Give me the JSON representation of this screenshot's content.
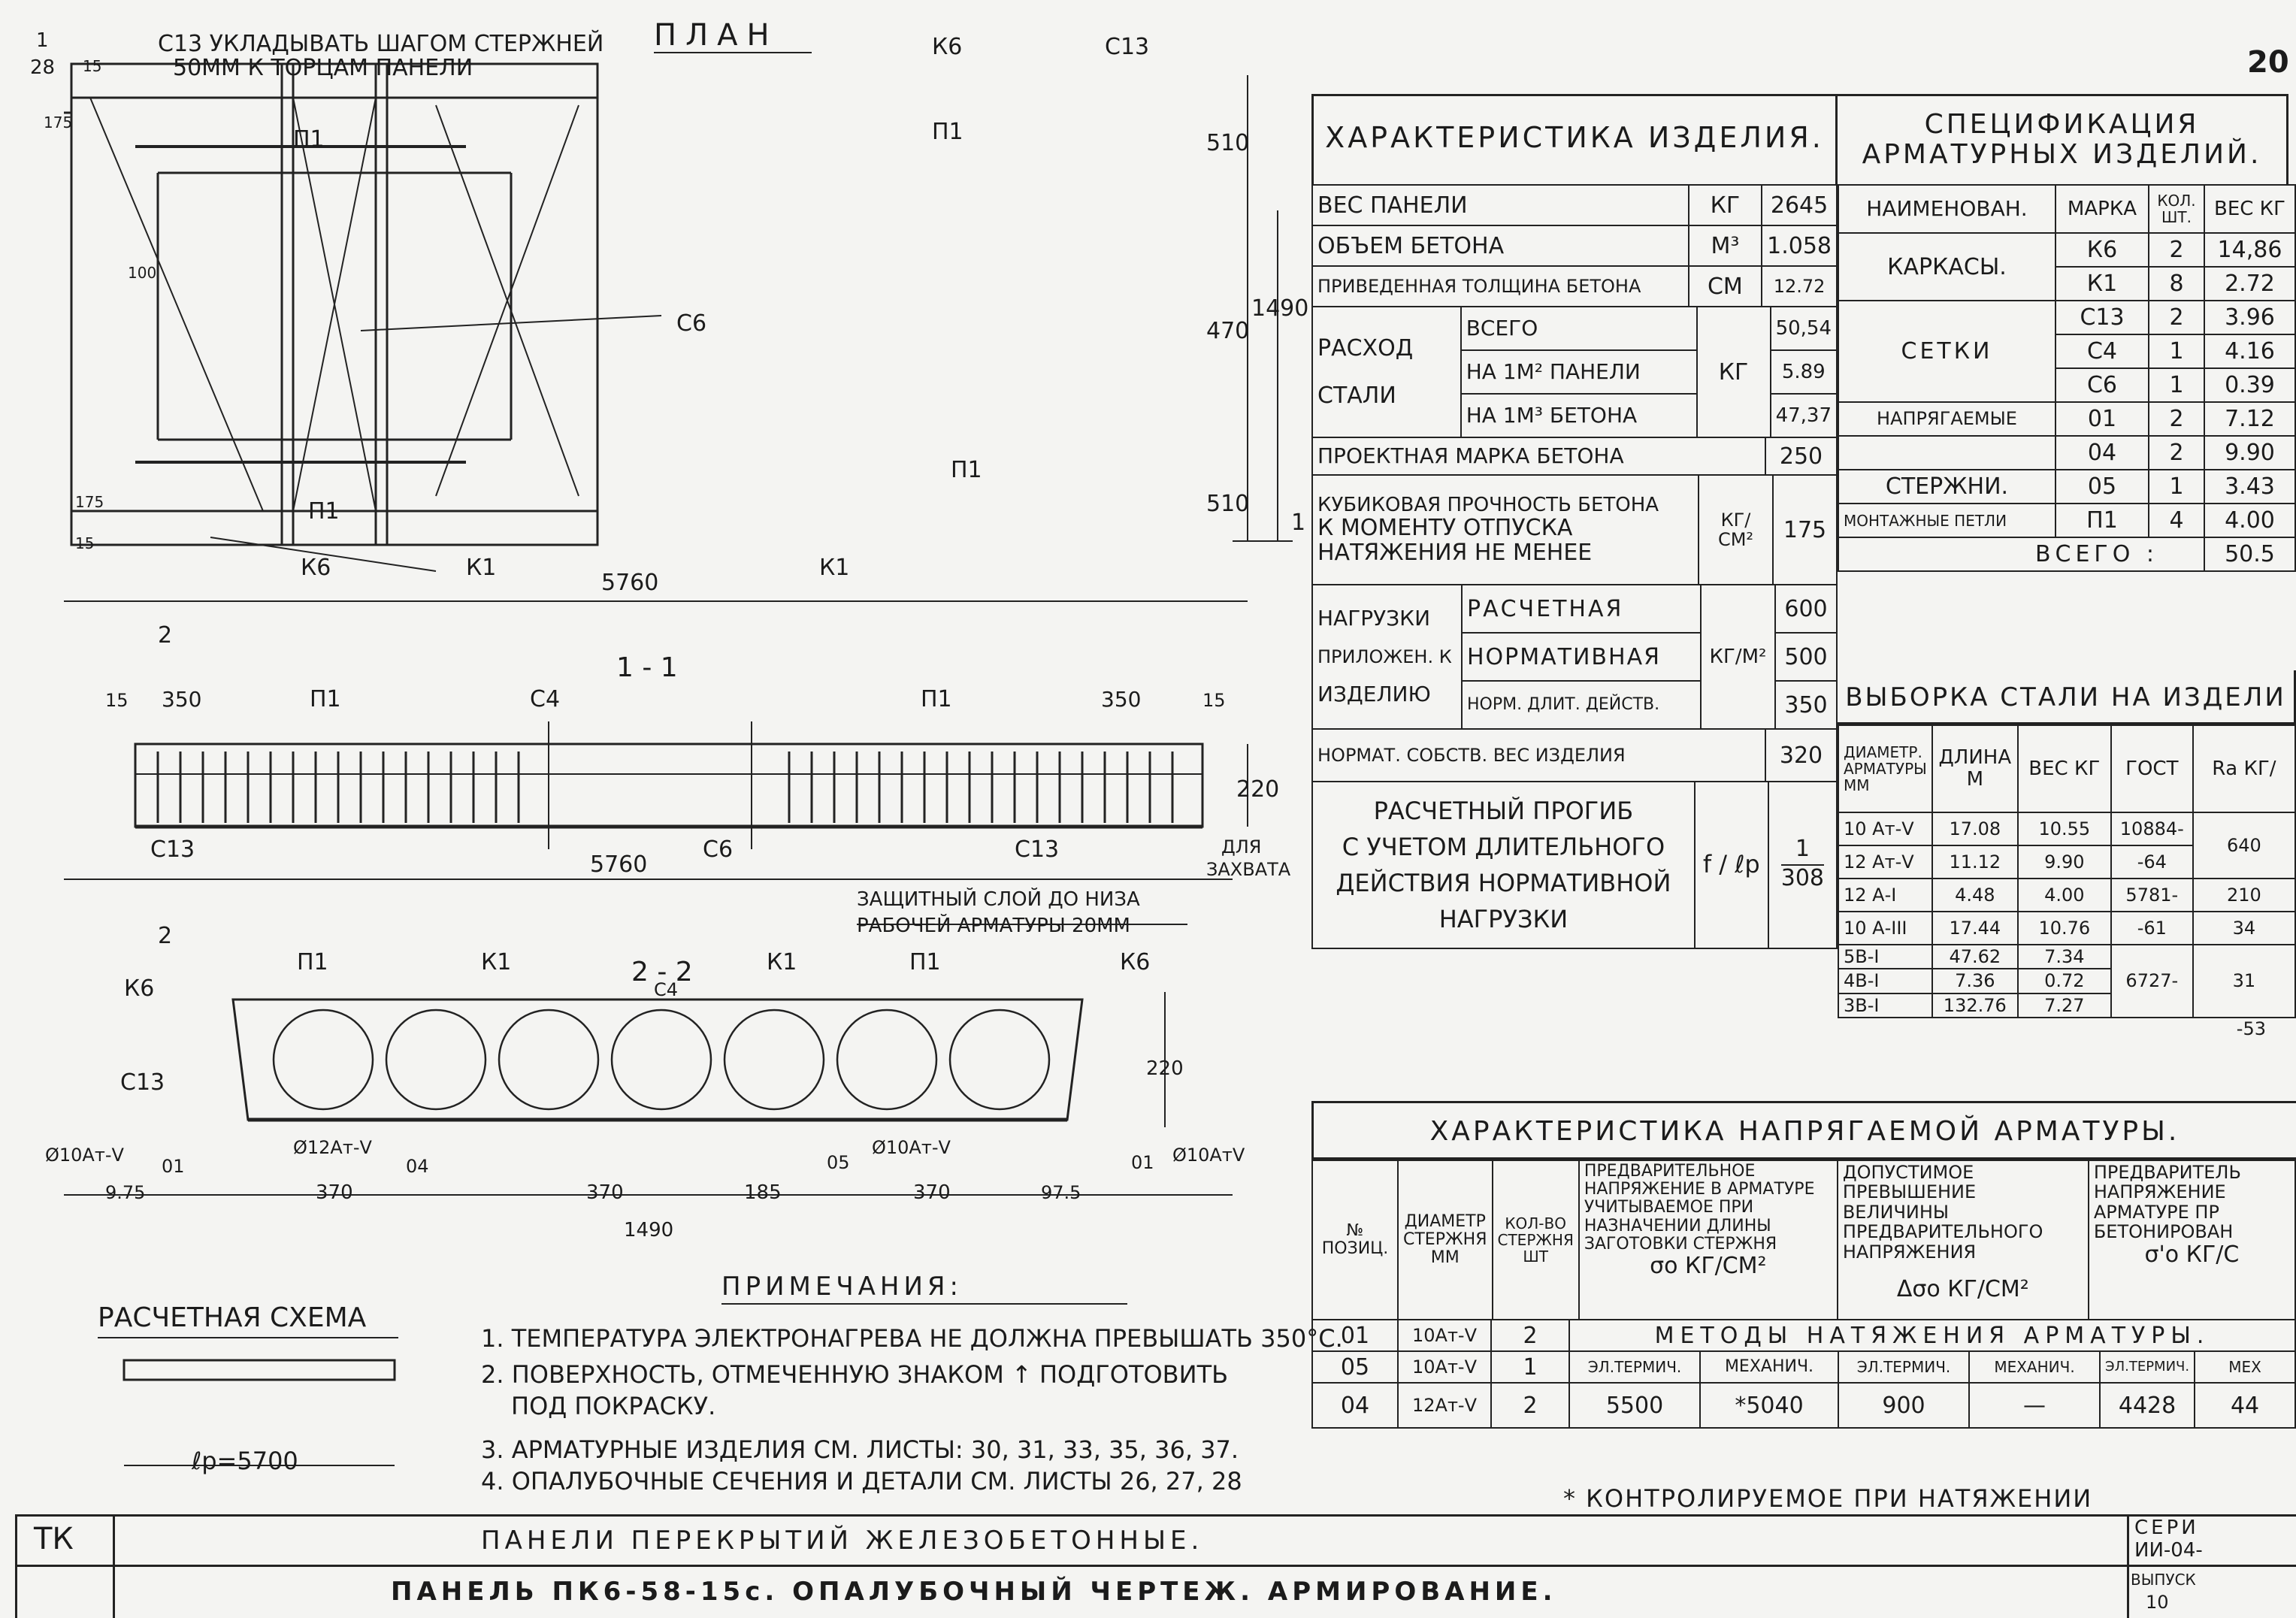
{
  "sheet_number": "20",
  "plan": {
    "title": "ПЛАН",
    "note_c13_line1": "С13 УКЛАДЫВАТЬ ШАГОМ СТЕРЖНЕЙ",
    "note_c13_line2": "50ММ К ТОРЦАМ ПАНЕЛИ",
    "ref_circle_top": "1",
    "ref_circle_bottom": "28",
    "labels": {
      "k6_top": "К6",
      "c13_top": "С13",
      "p1_a": "П1",
      "p1_b": "П1",
      "p1_c": "П1",
      "p1_d": "П1",
      "c6": "С6",
      "k6_bottom": "К6",
      "k1_a": "К1",
      "k1_b": "К1"
    },
    "dims": {
      "d175": "175",
      "d15": "15",
      "d100": "100",
      "d510_top": "510",
      "d470": "470",
      "d1490": "1490",
      "d510_bottom": "510",
      "d175_b": "175",
      "d15_b": "15",
      "d5760": "5760"
    },
    "section_mark": "1"
  },
  "section_11": {
    "title": "1 - 1",
    "cut_mark": "2",
    "labels": {
      "p1_left": "П1",
      "c4": "С4",
      "p1_right": "П1",
      "c13_left": "С13",
      "c6": "С6",
      "c13_right": "С13",
      "for_lifting_1": "ДЛЯ",
      "for_lifting_2": "ЗАХВАТА"
    },
    "dims": {
      "d15_l": "15",
      "d350_l": "350",
      "d350_r": "350",
      "d15_r": "15",
      "d220": "220",
      "d5760": "5760"
    },
    "cover_note_1": "ЗАЩИТНЫЙ СЛОЙ ДО НИЗА",
    "cover_note_2": "РАБОЧЕЙ АРМАТУРЫ 20ММ"
  },
  "section_22": {
    "title": "2 - 2",
    "labels": {
      "k6_l": "К6",
      "p1_l": "П1",
      "k1_l": "К1",
      "c4": "С4",
      "k1_r": "К1",
      "p1_r": "П1",
      "k6_r": "К6",
      "c13": "С13"
    },
    "bars": {
      "b_left": "Ø10Ат-V",
      "b_mid": "Ø12Ат-V",
      "b_right1": "Ø10Ат-V",
      "b_right2": "Ø10АтV"
    },
    "positions": {
      "p01_l": "01",
      "p04": "04",
      "p05": "05",
      "p01_r": "01"
    },
    "dims": {
      "d975": "9.75",
      "d370_1": "370",
      "d370_2": "370",
      "d185": "185",
      "d370_3": "370",
      "d975_r": "97.5",
      "d1490": "1490",
      "d220": "220"
    }
  },
  "calc_scheme": {
    "title": "РАСЧЕТНАЯ СХЕМА",
    "span": "ℓр=5700"
  },
  "notes": {
    "title": "ПРИМЕЧАНИЯ:",
    "items": [
      "1. ТЕМПЕРАТУРА ЭЛЕКТРОНАГРЕВА НЕ ДОЛЖНА ПРЕВЫШАТЬ 350°С.",
      "2. ПОВЕРХНОСТЬ, ОТМЕЧЕННУЮ ЗНАКОМ ↑ ПОДГОТОВИТЬ",
      "ПОД ПОКРАСКУ.",
      "3. АРМАТУРНЫЕ ИЗДЕЛИЯ СМ. ЛИСТЫ: 30, 31, 33, 35, 36, 37.",
      "4. ОПАЛУБОЧНЫЕ СЕЧЕНИЯ И ДЕТАЛИ СМ. ЛИСТЫ 26, 27, 28"
    ]
  },
  "product_char": {
    "title": "ХАРАКТЕРИСТИКА ИЗДЕЛИЯ.",
    "rows": [
      {
        "name": "ВЕС ПАНЕЛИ",
        "unit": "КГ",
        "value": "2645"
      },
      {
        "name": "ОБЪЕМ БЕТОНА",
        "unit": "М³",
        "value": "1.058"
      },
      {
        "name": "ПРИВЕДЕННАЯ ТОЛЩИНА БЕТОНА",
        "unit": "СМ",
        "value": "12.72"
      }
    ],
    "steel": {
      "label_1": "РАСХОД",
      "label_2": "СТАЛИ",
      "unit": "КГ",
      "sub": [
        {
          "name": "ВСЕГО",
          "value": "50,54"
        },
        {
          "name": "НА 1М² ПАНЕЛИ",
          "value": "5.89"
        },
        {
          "name": "НА 1М³ БЕТОНА",
          "value": "47,37"
        }
      ]
    },
    "grade": {
      "name": "ПРОЕКТНАЯ МАРКА БЕТОНА",
      "value": "250"
    },
    "cube": {
      "line1": "КУБИКОВАЯ ПРОЧНОСТЬ БЕТОНА",
      "line2": "К МОМЕНТУ ОТПУСКА",
      "line3": "НАТЯЖЕНИЯ НЕ МЕНЕЕ",
      "unit": "КГ/СМ²",
      "value": "175"
    },
    "loads": {
      "label_1": "НАГРУЗКИ",
      "label_2": "ПРИЛОЖЕН. К",
      "label_3": "ИЗДЕЛИЮ",
      "unit": "КГ/М²",
      "sub": [
        {
          "name": "РАСЧЕТНАЯ",
          "value": "600"
        },
        {
          "name": "НОРМАТИВНАЯ",
          "value": "500"
        },
        {
          "name": "НОРМ. ДЛИТ. ДЕЙСТВ.",
          "value": "350"
        }
      ]
    },
    "own_weight": {
      "name": "НОРМАТ. СОБСТВ. ВЕС ИЗДЕЛИЯ",
      "value": "320"
    },
    "deflection": {
      "line1": "РАСЧЕТНЫЙ ПРОГИБ",
      "line2": "С УЧЕТОМ ДЛИТЕЛЬНОГО",
      "line3": "ДЕЙСТВИЯ НОРМАТИВНОЙ",
      "line4": "НАГРУЗКИ",
      "unit": "f / ℓр",
      "value_1": "1",
      "value_2": "308"
    }
  },
  "spec": {
    "title_1": "СПЕЦИФИКАЦИЯ",
    "title_2": "АРМАТУРНЫХ ИЗДЕЛИЙ.",
    "headers": {
      "name": "НАИМЕНОВАН.",
      "mark": "МАРКА",
      "qty": "КОЛ. ШТ.",
      "weight": "ВЕС КГ"
    },
    "groups": [
      {
        "name": "КАРКАСЫ.",
        "rows": [
          {
            "mark": "К6",
            "qty": "2",
            "weight": "14,86"
          },
          {
            "mark": "К1",
            "qty": "8",
            "weight": "2.72"
          }
        ]
      },
      {
        "name": "СЕТКИ",
        "rows": [
          {
            "mark": "С13",
            "qty": "2",
            "weight": "3.96"
          },
          {
            "mark": "С4",
            "qty": "1",
            "weight": "4.16"
          },
          {
            "mark": "С6",
            "qty": "1",
            "weight": "0.39"
          }
        ]
      },
      {
        "name": "НАПРЯГАЕМЫЕ",
        "rows": [
          {
            "mark": "01",
            "qty": "2",
            "weight": "7.12"
          }
        ]
      },
      {
        "name": "",
        "rows": [
          {
            "mark": "04",
            "qty": "2",
            "weight": "9.90"
          }
        ]
      },
      {
        "name": "СТЕРЖНИ.",
        "rows": [
          {
            "mark": "05",
            "qty": "1",
            "weight": "3.43"
          }
        ]
      },
      {
        "name": "МОНТАЖНЫЕ ПЕТЛИ",
        "rows": [
          {
            "mark": "П1",
            "qty": "4",
            "weight": "4.00"
          }
        ]
      }
    ],
    "total_label": "ВСЕГО :",
    "total": "50.5"
  },
  "steel_sel": {
    "title": "ВЫБОРКА СТАЛИ НА ИЗДЕЛИ",
    "headers": {
      "dia": "ДИАМЕТР. АРМАТУРЫ ММ",
      "len": "ДЛИНА М",
      "weight": "ВЕС КГ",
      "gost": "ГОСТ",
      "ra": "Rа КГ/"
    },
    "rows": [
      {
        "dia": "10 Ат-V",
        "len": "17.08",
        "weight": "10.55",
        "gost": "10884-",
        "ra": "640"
      },
      {
        "dia": "12 Ат-V",
        "len": "11.12",
        "weight": "9.90",
        "gost": "-64",
        "ra": ""
      },
      {
        "dia": "12 А-I",
        "len": "4.48",
        "weight": "4.00",
        "gost": "5781-",
        "ra": "210"
      },
      {
        "dia": "10 А-III",
        "len": "17.44",
        "weight": "10.76",
        "gost": "-61",
        "ra": "34"
      },
      {
        "dia": "5В-I",
        "len": "47.62",
        "weight": "7.34",
        "gost": "6727-",
        "ra": "31"
      },
      {
        "dia": "4В-I",
        "len": "7.36",
        "weight": "0.72",
        "gost": "-53",
        "ra": ""
      },
      {
        "dia": "3В-I",
        "len": "132.76",
        "weight": "7.27",
        "gost": "",
        "ra": ""
      }
    ]
  },
  "prestress": {
    "title": "ХАРАКТЕРИСТИКА НАПРЯГАЕМОЙ АРМАТУРЫ.",
    "h_pos": "№ ПОЗИЦ.",
    "h_dia": "ДИАМЕТР СТЕРЖНЯ ММ",
    "h_qty": "КОЛ-ВО СТЕРЖНЯ ШТ",
    "h_pre_1": "ПРЕДВАРИТЕЛЬНОЕ НАПРЯЖЕНИЕ В АРМАТУРЕ УЧИТЫВАЕМОЕ ПРИ НАЗНАЧЕНИИ ДЛИНЫ ЗАГОТОВКИ СТЕРЖНЯ",
    "h_pre_unit": "σо КГ/СМ²",
    "h_dev": "ДОПУСТИМОЕ ПРЕВЫШЕНИЕ ВЕЛИЧИНЫ ПРЕДВАРИТЕЛЬНОГО НАПРЯЖЕНИЯ",
    "h_dev_unit": "Δσо КГ/СМ²",
    "h_after": "ПРЕДВАРИТЕЛЬ НАПРЯЖЕНИЕ АРМАТУРЕ ПР БЕТОНИРОВАН",
    "h_after_unit": "σ'о КГ/С",
    "methods": "МЕТОДЫ НАТЯЖЕНИЯ АРМАТУРЫ.",
    "m_labels": [
      "ЭЛ.ТЕРМИЧ.",
      "МЕХАНИЧ.",
      "ЭЛ.ТЕРМИЧ.",
      "МЕХАНИЧ.",
      "ЭЛ.ТЕРМИЧ.",
      "МЕХ"
    ],
    "rows": [
      {
        "pos": "01",
        "dia": "10Ат-V",
        "qty": "2"
      },
      {
        "pos": "05",
        "dia": "10Ат-V",
        "qty": "1"
      },
      {
        "pos": "04",
        "dia": "12Ат-V",
        "qty": "2"
      }
    ],
    "values": [
      "5500",
      "*5040",
      "900",
      "—",
      "4428",
      "44"
    ],
    "footnote": "* КОНТРОЛИРУЕМОЕ ПРИ НАТЯЖЕНИИ"
  },
  "title_block": {
    "tk": "ТК",
    "line1": "ПАНЕЛИ ПЕРЕКРЫТИЙ ЖЕЛЕЗОБЕТОННЫЕ.",
    "line2": "ПАНЕЛЬ ПК6-58-15с. ОПАЛУБОЧНЫЙ ЧЕРТЕЖ. АРМИРОВАНИЕ.",
    "series_1": "СЕРИ",
    "series_2": "ИИ-04-",
    "issue": "ВЫПУСК",
    "issue_no": "10"
  }
}
